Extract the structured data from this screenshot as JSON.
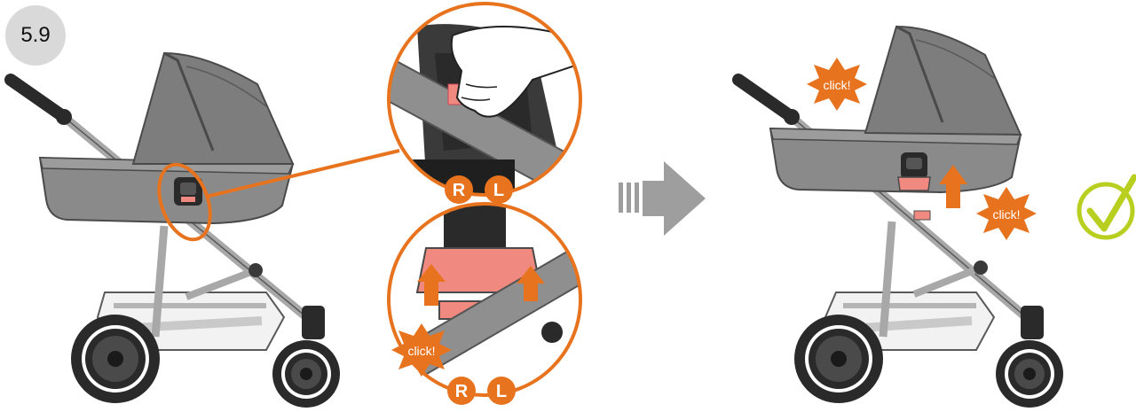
{
  "step": {
    "number": "5.9"
  },
  "labels": {
    "click": "click!",
    "right": "R",
    "left": "L"
  },
  "icons": {
    "direction": "next-arrow-icon",
    "success": "checkmark-icon"
  },
  "colors": {
    "frame": "#5a5a5a",
    "fabric": "#8a8a8a",
    "fabric_dark": "#6f6f6f",
    "chassis": "#a8a8a8",
    "wheel": "#2a2a2a",
    "accent": "#e8731f",
    "latch": "#f08a80",
    "arrow": "#9e9e9e",
    "check": "#b8cf1f",
    "badge": "#d9d9d9"
  }
}
